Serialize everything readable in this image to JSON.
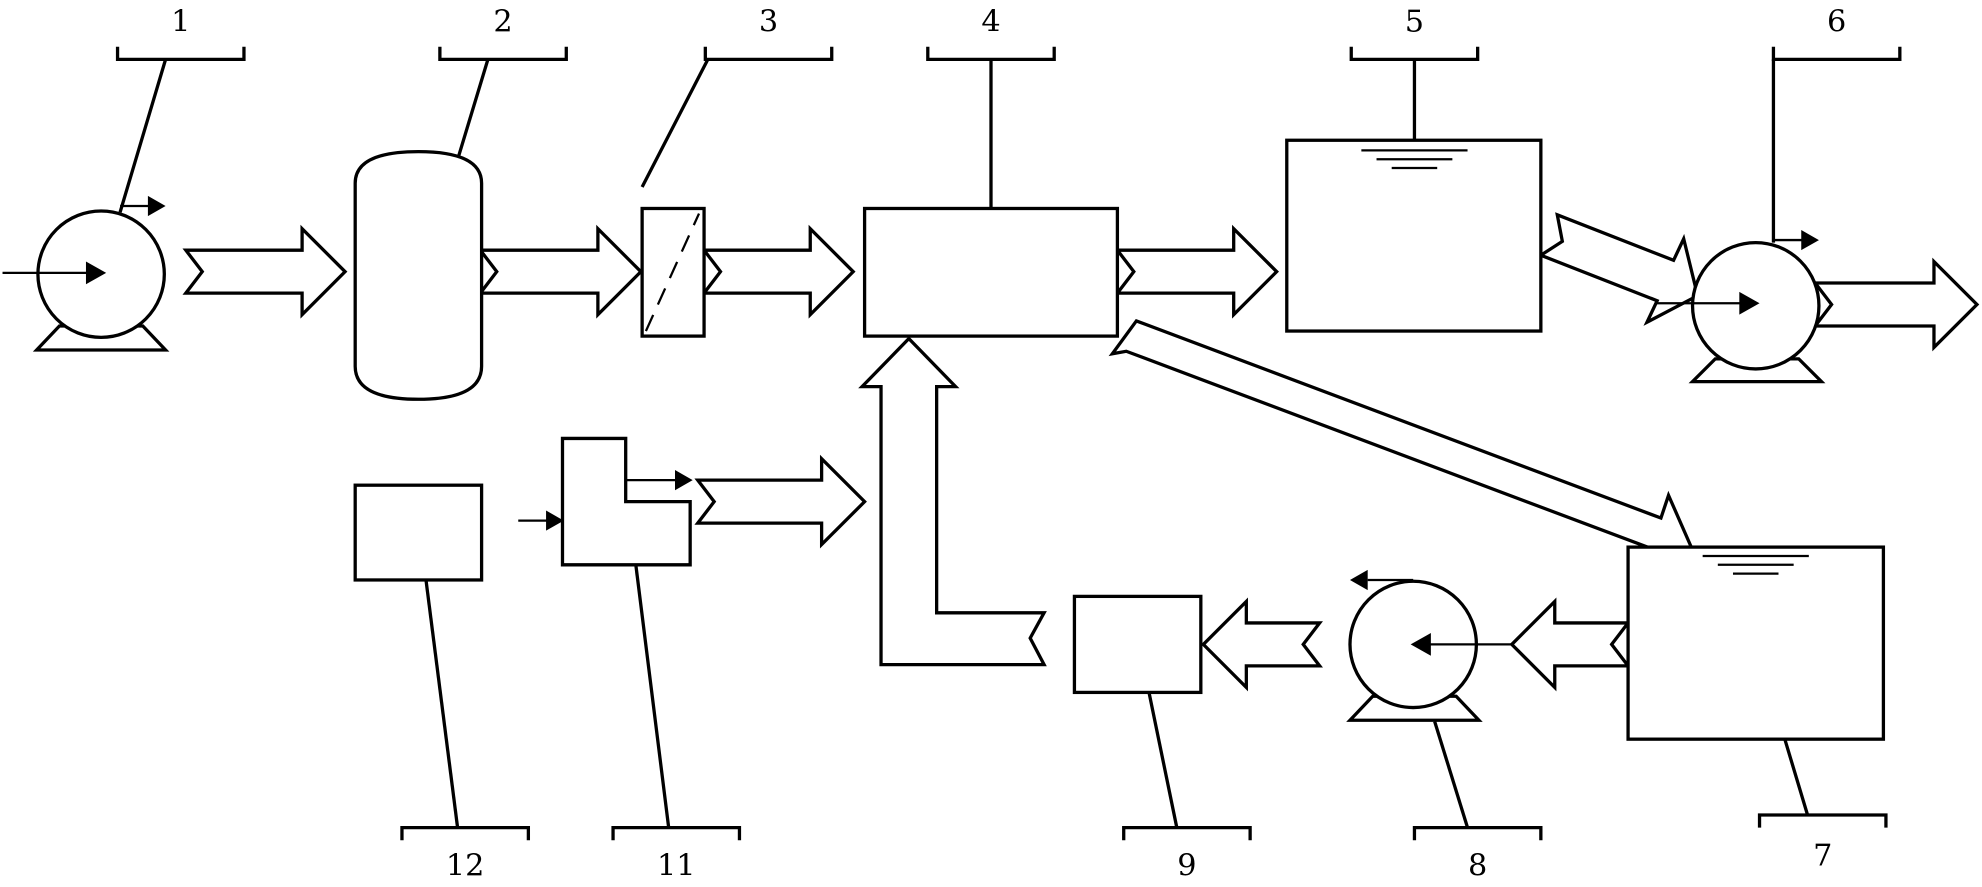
{
  "labels": {
    "l1": "1",
    "l2": "2",
    "l3": "3",
    "l4": "4",
    "l5": "5",
    "l6": "6",
    "l7": "7",
    "l8": "8",
    "l9": "9",
    "l10": "11",
    "l11": "12"
  }
}
